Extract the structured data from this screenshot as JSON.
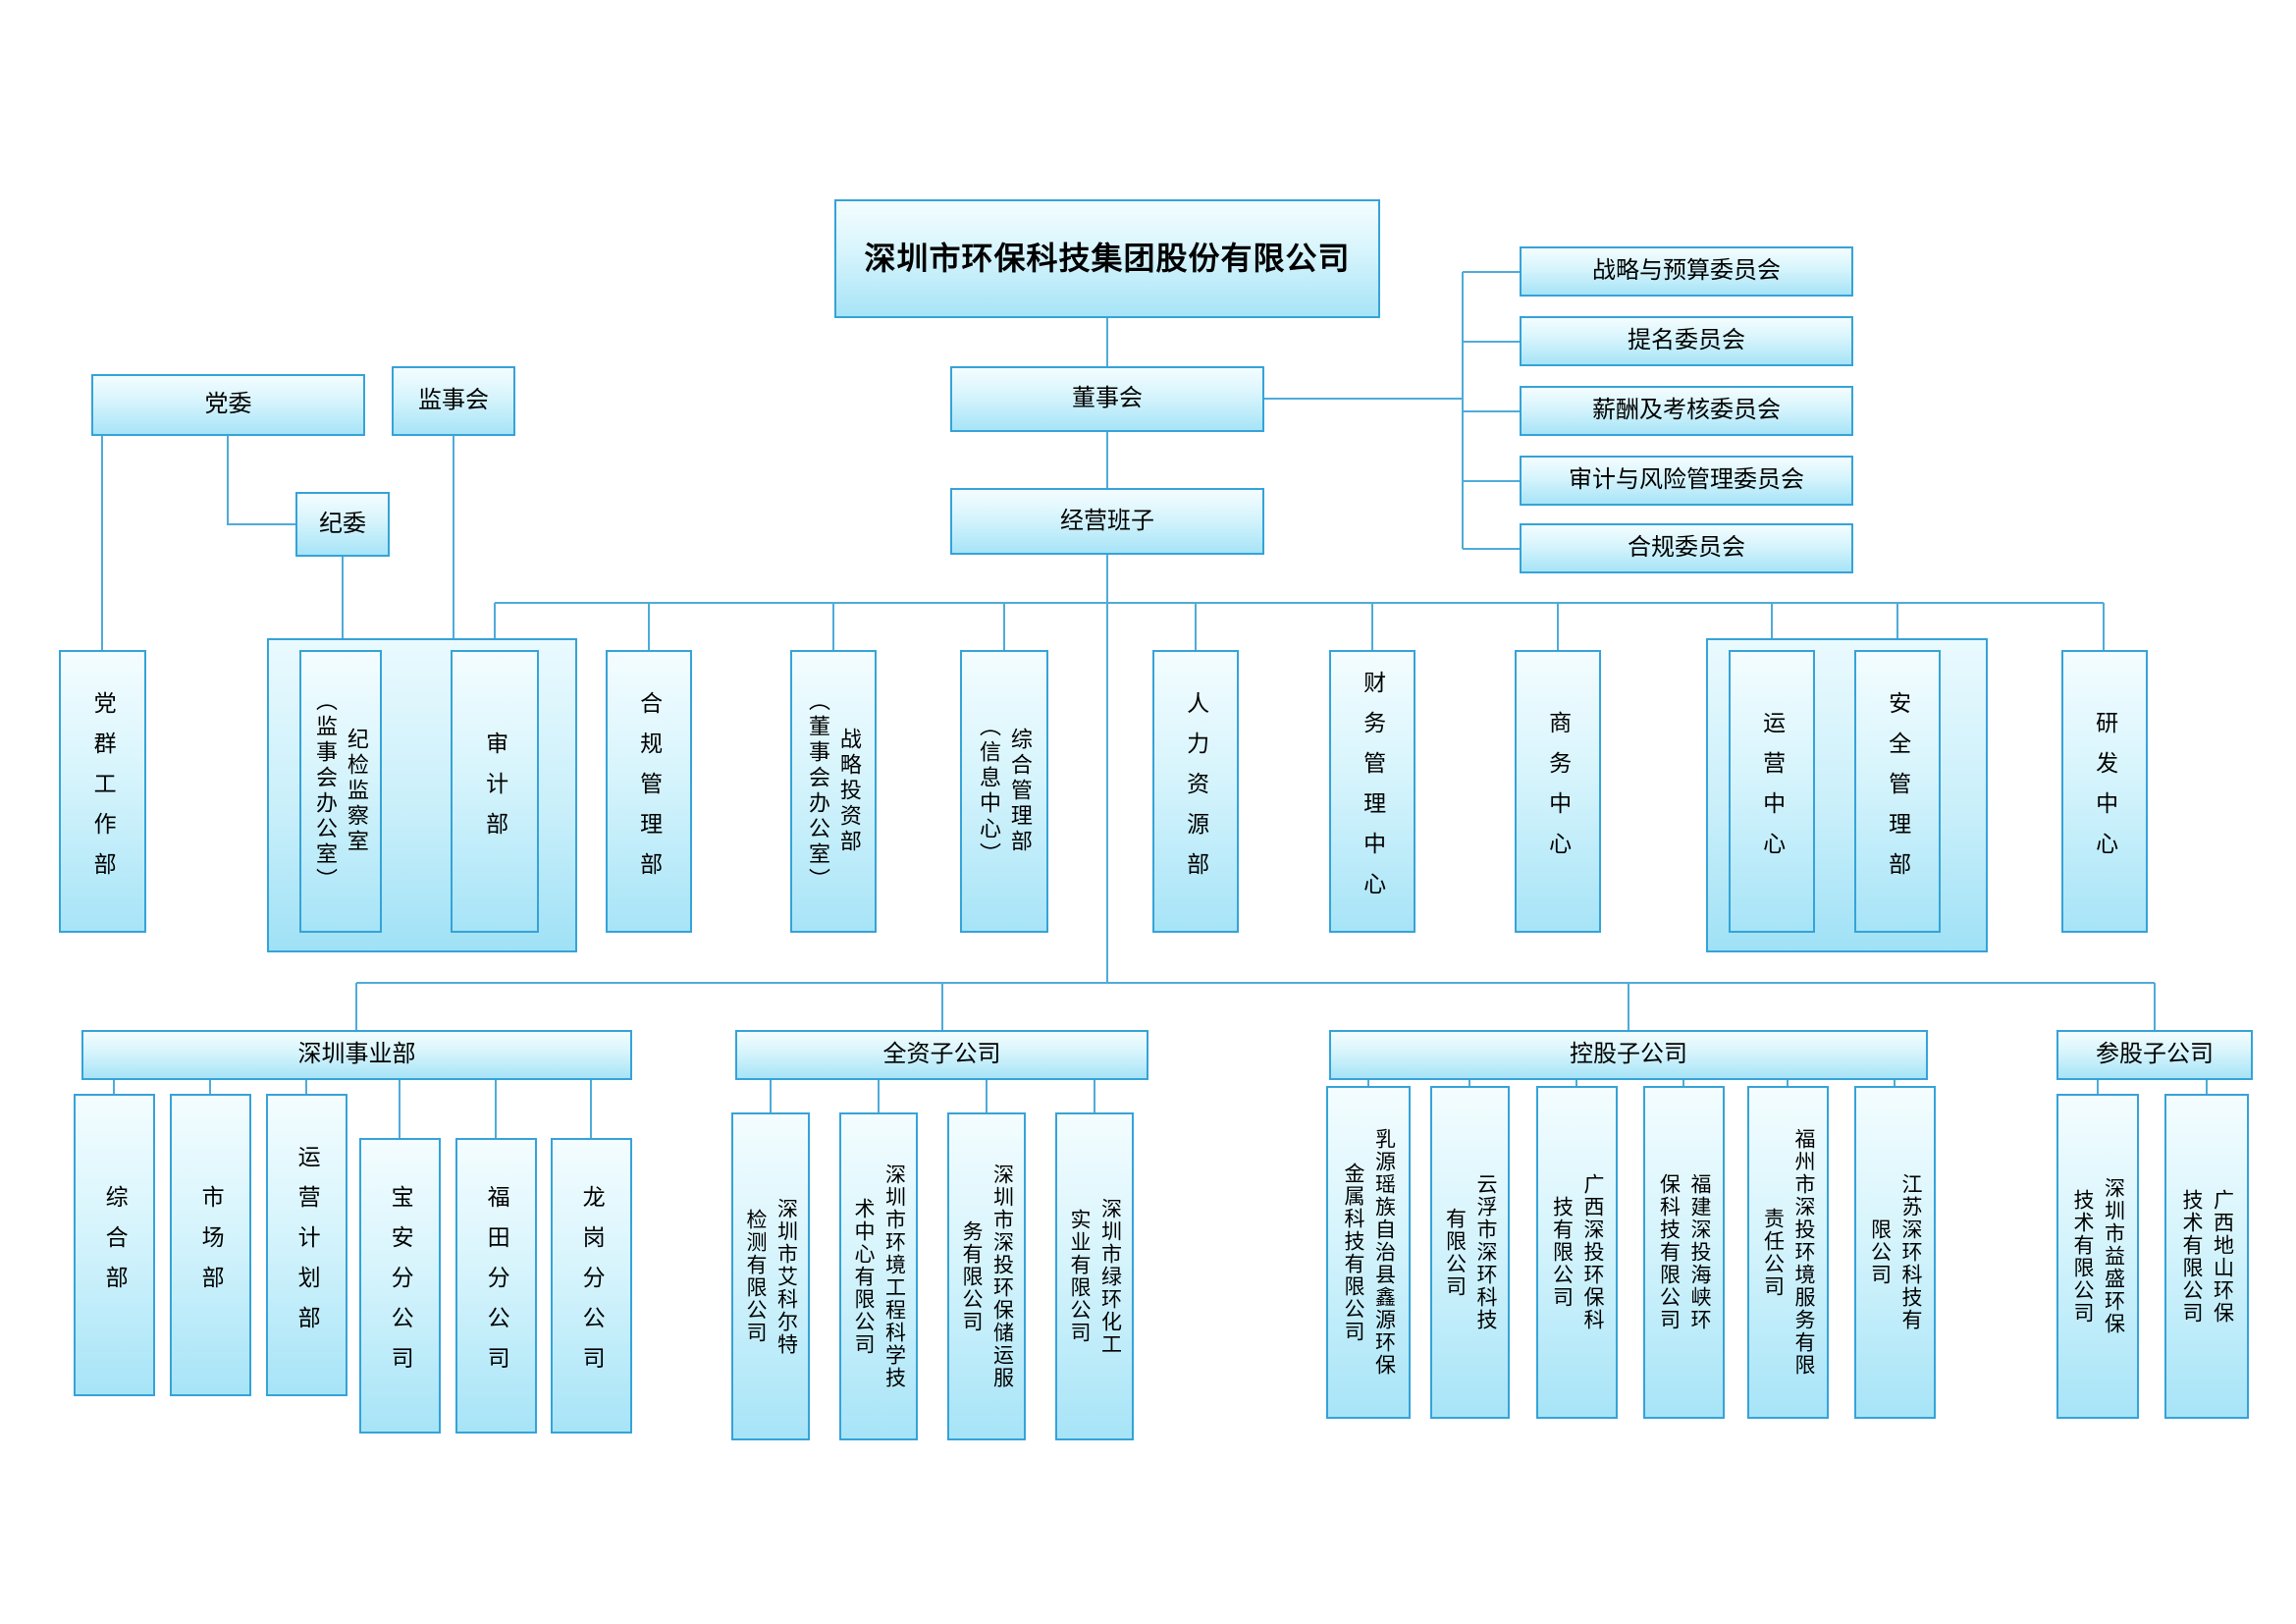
{
  "colors": {
    "box_border": "#35A3D8",
    "connector_line": "#4FABD9",
    "box_fill_top": "#F4FDFF",
    "box_fill_bottom": "#A7E4F7",
    "text": "#000000"
  },
  "root": {
    "title": "深圳市环保科技集团股份有限公司"
  },
  "governance": {
    "party_committee": "党委",
    "supervisory_board": "监事会",
    "discipline_committee": "纪委",
    "board": "董事会",
    "management_team": "经营班子"
  },
  "board_committees": [
    "战略与预算委员会",
    "提名委员会",
    "薪酬及考核委员会",
    "审计与风险管理委员会",
    "合规委员会"
  ],
  "departments": {
    "party_masses_dept": "党群工作部",
    "discipline_inspection_office": "纪检监察室\n（监事会办公室）",
    "audit_dept": "审计部",
    "compliance_mgmt_dept": "合规管理部",
    "strategic_investment_dept": "战略投资部\n（董事会办公室）",
    "general_mgmt_dept": "综合管理部\n（信息中心）",
    "hr_dept": "人力资源部",
    "finance_center": "财务管理中心",
    "business_center": "商务中心",
    "operation_center": "运营中心",
    "safety_mgmt_dept": "安全管理部",
    "rd_center": "研发中心"
  },
  "divisions": {
    "shenzhen_division": {
      "label": "深圳事业部",
      "children": [
        "综合部",
        "市场部",
        "运营计划部",
        "宝安分公司",
        "福田分公司",
        "龙岗分公司"
      ]
    },
    "wholly_owned": {
      "label": "全资子公司",
      "children": [
        "深圳市艾科尔特\n检测有限公司",
        "深圳市环境工程科学技\n术中心有限公司",
        "深圳市深投环保储运服\n务有限公司",
        "深圳市绿环化工\n实业有限公司"
      ]
    },
    "holding": {
      "label": "控股子公司",
      "children": [
        "乳源瑶族自治县鑫源环保\n金属科技有限公司",
        "云浮市深环科技\n有限公司",
        "广西深投环保科\n技有限公司",
        "福建深投海峡环\n保科技有限公司",
        "福州市深投环境服务有限\n责任公司",
        "江苏深环科技有\n限公司"
      ]
    },
    "equity": {
      "label": "参股子公司",
      "children": [
        "深圳市益盛环保\n技术有限公司",
        "广西地山环保\n技术有限公司"
      ]
    }
  }
}
